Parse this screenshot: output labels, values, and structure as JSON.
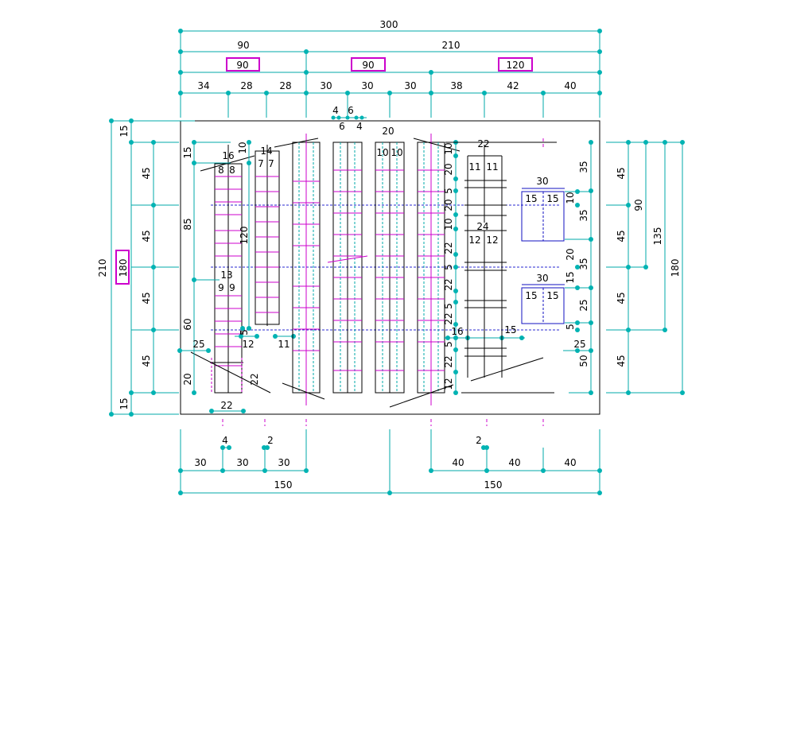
{
  "colors": {
    "dim_line": "#00a8a8",
    "node": "#00b3b3",
    "frame": "#000000",
    "rebar": "#cc00cc",
    "centerline": "#2a2ad0",
    "inset_box": "#1010c0",
    "label_box": "#cc00cc",
    "text": "#000000"
  },
  "dimensions": {
    "top": {
      "overall": "300",
      "split": [
        "90",
        "210"
      ],
      "boxed": [
        "90",
        "90",
        "120"
      ],
      "segments": [
        "34",
        "28",
        "28",
        "30",
        "30",
        "30",
        "38",
        "42",
        "40"
      ]
    },
    "bottom": {
      "halves": [
        "150",
        "150"
      ],
      "left_segments": [
        "30",
        "30",
        "30"
      ],
      "right_segments": [
        "40",
        "40",
        "40"
      ],
      "offsets": [
        "4",
        "2",
        "2"
      ]
    },
    "left": {
      "overall": "210",
      "boxed": "180",
      "chain": [
        "15",
        "45",
        "45",
        "45",
        "45",
        "15"
      ]
    },
    "right": {
      "chain": [
        "45",
        "45",
        "45",
        "45"
      ],
      "spans": [
        "90",
        "135",
        "180"
      ],
      "inner": [
        "35",
        "35",
        "35",
        "50"
      ]
    }
  },
  "labels": {
    "col_gaps": [
      "4",
      "6",
      "6",
      "4"
    ],
    "col_width": "20",
    "col_one": [
      "16",
      "8",
      "8",
      "10",
      "85",
      "120",
      "13",
      "9",
      "9",
      "60",
      "25",
      "20",
      "22",
      "22",
      "12",
      "5",
      "15"
    ],
    "col_two": [
      "14",
      "7",
      "7",
      "11"
    ],
    "col_three": [
      "10",
      "10"
    ],
    "right_stack": [
      "10",
      "20",
      "5",
      "20",
      "10",
      "22",
      "5",
      "22",
      "5",
      "22",
      "5",
      "22",
      "12",
      "16",
      "15"
    ],
    "right_beam": [
      "22",
      "11",
      "11",
      "24",
      "12",
      "12"
    ],
    "inset_upper": [
      "30",
      "15",
      "15",
      "10"
    ],
    "inset_lower": [
      "30",
      "15",
      "15",
      "5"
    ],
    "right_side": [
      "20",
      "15",
      "25",
      "25"
    ]
  }
}
